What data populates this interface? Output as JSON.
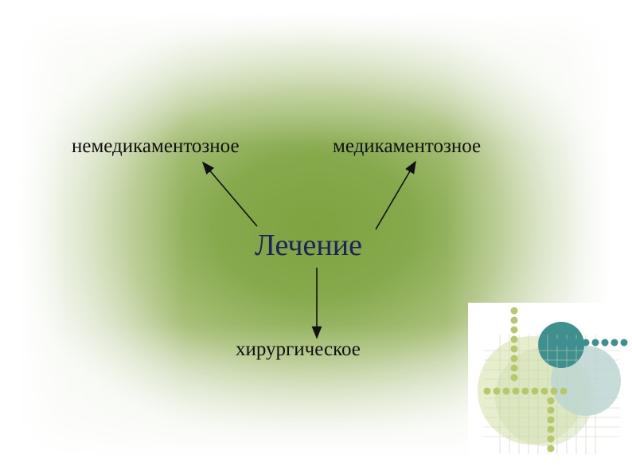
{
  "diagram": {
    "center": "Лечение",
    "branches": {
      "left": "немедикаментозное",
      "right": "медикаментозное",
      "bottom": "хирургическое"
    }
  },
  "colors": {
    "background_green": "#7ea340",
    "center_text": "#1e2060",
    "branch_text": "#111111",
    "arrow": "#111111",
    "dot_green": "#b6c86a",
    "circle_teal": "#3f8f8f",
    "circle_light_teal": "#bcd6d4",
    "circle_light_green": "#e2ebc6"
  }
}
